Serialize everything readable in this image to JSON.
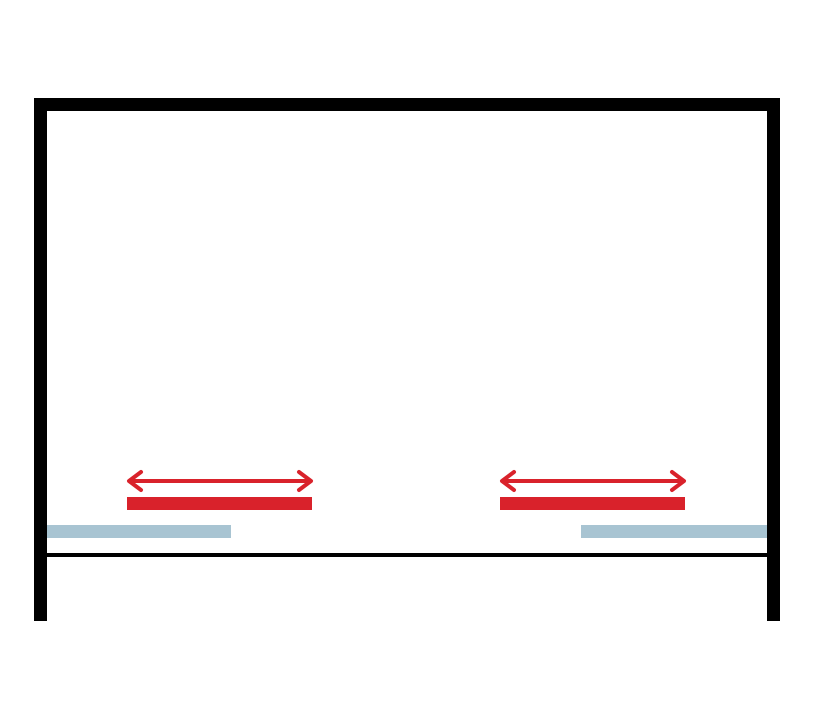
{
  "diagram": {
    "kind": "sliding-door-plan",
    "colors": {
      "background": "#ffffff",
      "frame": "#000000",
      "sliding_panel": "#d9222b",
      "fixed_panel": "#a8c4d2",
      "arrow": "#d9222b"
    },
    "panels": [
      {
        "name": "left-sliding-panel",
        "role": "sliding",
        "has_arrow": true
      },
      {
        "name": "right-sliding-panel",
        "role": "sliding",
        "has_arrow": true
      },
      {
        "name": "left-fixed-panel",
        "role": "fixed",
        "has_arrow": false
      },
      {
        "name": "right-fixed-panel",
        "role": "fixed",
        "has_arrow": false
      }
    ],
    "icons": {
      "arrow": "double-headed-arrow-icon"
    }
  }
}
